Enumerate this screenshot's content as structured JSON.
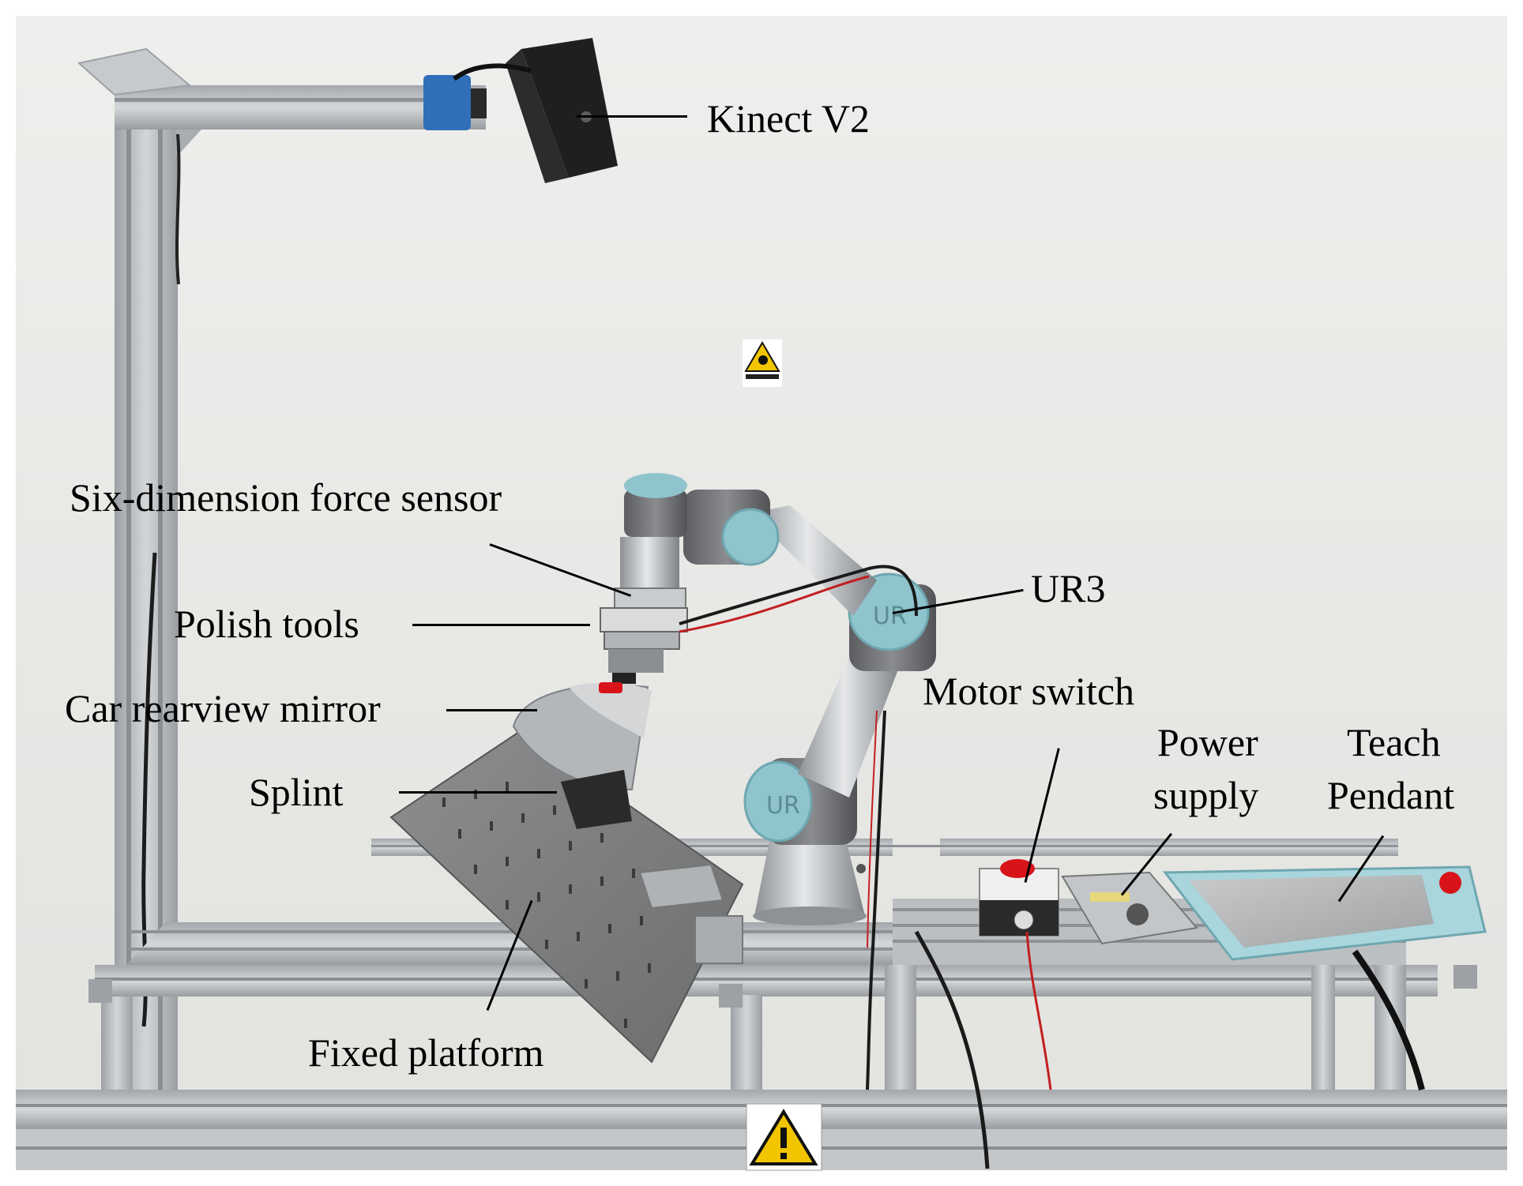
{
  "labels": {
    "kinect": "Kinect V2",
    "force_sensor": "Six-dimension force sensor",
    "polish_tools": "Polish tools",
    "mirror": "Car rearview mirror",
    "splint": "Splint",
    "fixed_platform": "Fixed platform",
    "ur3": "UR3",
    "motor_switch": "Motor switch",
    "power_supply_line1": "Power",
    "power_supply_line2": "supply",
    "teach_line1": "Teach",
    "teach_line2": "Pendant"
  },
  "colors": {
    "wall": "#ebebe9",
    "aluminum": "#b9bcbf",
    "robot_cap": "#8fc4cc",
    "robot_body": "#6e7073",
    "camera_mount": "#2f6fb7",
    "warning_yellow": "#f2c500",
    "emergency_red": "#d8141a"
  },
  "icons": [
    "warning-sign-icon",
    "pinch-hazard-sign-icon",
    "emergency-stop-icon"
  ]
}
